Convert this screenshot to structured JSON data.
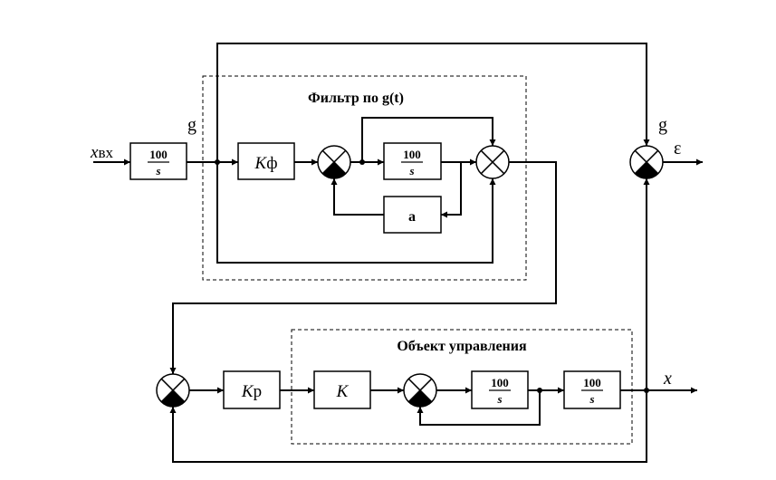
{
  "filter": {
    "title": "Фильтр по g(t)",
    "kf": "K",
    "kf_sub": "ф",
    "integrator_num": "100",
    "integrator_den": "s",
    "a": "a"
  },
  "object": {
    "title": "Объект управления",
    "k": "K",
    "int1_num": "100",
    "int1_den": "s",
    "int2_num": "100",
    "int2_den": "s"
  },
  "input": {
    "x": "x",
    "sub": "вх",
    "int_num": "100",
    "int_den": "s"
  },
  "regulator": {
    "k": "K",
    "sub": "р"
  },
  "labels": {
    "g_left": "g",
    "g_right": "g",
    "epsilon": "ε",
    "x_out": "x"
  }
}
